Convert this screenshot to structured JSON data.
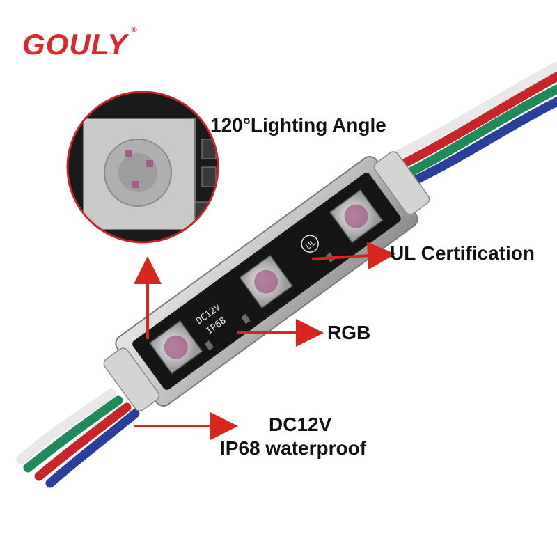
{
  "brand": {
    "name": "GOULY",
    "mark": "®",
    "color": "#e0262d"
  },
  "callouts": {
    "lighting_angle": "120°Lighting Angle",
    "ul_certification": "UL Certification",
    "rgb": "RGB",
    "voltage": "DC12V",
    "waterproof": "IP68 waterproof"
  },
  "board_print": {
    "voltage": "DC12V",
    "rating": "IP68"
  },
  "colors": {
    "arrow": "#d9261c",
    "wire_red": "#c8252b",
    "wire_green": "#1f8a5a",
    "wire_blue": "#2a3f9c",
    "wire_white": "#e8e8e8",
    "pcb": "#151515",
    "led": "#c9c9c9"
  },
  "icons": [
    "ul-certification-mark-icon",
    "smd-led-chip-icon"
  ]
}
